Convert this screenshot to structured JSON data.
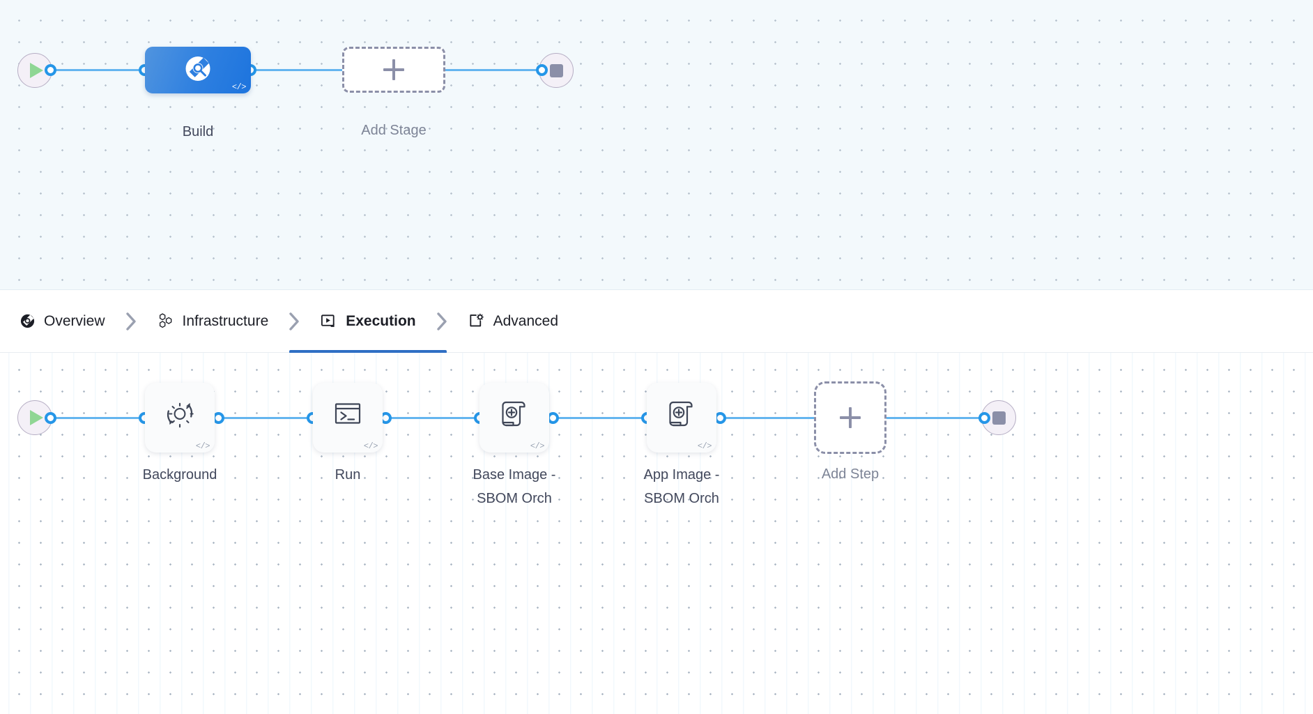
{
  "theme": {
    "accent": "#2596e8",
    "edge_color": "#64b5ef",
    "stage_node_blue": "#2d7fe0",
    "active_tab_underline": "#2f6fc4",
    "play_green": "#8fd694",
    "stop_gray": "#8b8fa8",
    "stage_canvas_bg": "#f3f9fc",
    "step_canvas_bg": "#ffffff"
  },
  "stage_pipeline": {
    "start_node": {
      "icon": "play-icon"
    },
    "stop_node": {
      "icon": "stop-icon"
    },
    "nodes": [
      {
        "label": "Build",
        "icon": "ci-build-icon",
        "code_badge": "</>",
        "selected": true
      },
      {
        "label": "Add Stage",
        "icon": "plus-icon",
        "placeholder": true
      }
    ]
  },
  "tabs": {
    "separator": "chevron-right",
    "items": [
      {
        "label": "Overview",
        "icon": "overview-pie-icon",
        "active": false
      },
      {
        "label": "Infrastructure",
        "icon": "hexagon-cluster-icon",
        "active": false
      },
      {
        "label": "Execution",
        "icon": "execution-play-box-icon",
        "active": true
      },
      {
        "label": "Advanced",
        "icon": "advanced-gear-card-icon",
        "active": false
      }
    ]
  },
  "step_pipeline": {
    "start_node": {
      "icon": "play-icon"
    },
    "stop_node": {
      "icon": "stop-icon"
    },
    "steps": [
      {
        "label": "Background",
        "icon": "gear-refresh-icon",
        "code_badge": "</>"
      },
      {
        "label": "Run",
        "icon": "terminal-icon",
        "code_badge": "</>"
      },
      {
        "label": "Base Image -\nSBOM Orch",
        "icon": "scroll-plus-icon",
        "code_badge": "</>"
      },
      {
        "label": "App Image -\nSBOM Orch",
        "icon": "scroll-plus-icon",
        "code_badge": "</>"
      },
      {
        "label": "Add Step",
        "icon": "plus-icon",
        "placeholder": true
      }
    ]
  }
}
